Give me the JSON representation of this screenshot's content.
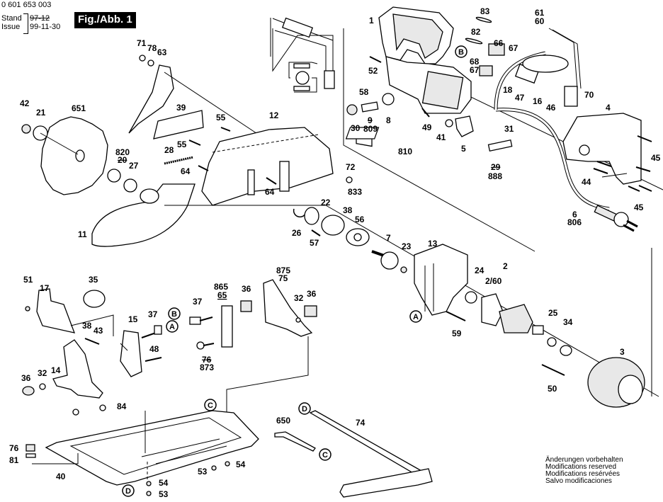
{
  "header": {
    "document_number": "0 601 653 003",
    "stand_label": "Stand",
    "stand_value": "97-12",
    "issue_label": "Issue",
    "issue_value": "99-11-30",
    "figure_label": "Fig./Abb. 1"
  },
  "notes": [
    "Änderungen vorbehalten",
    "Modifications reserved",
    "Modifications resérvées",
    "Salvo modificaciones"
  ],
  "reference_markers": [
    "A",
    "B",
    "C",
    "D"
  ],
  "part_labels": [
    {
      "id": "p1",
      "text": "1"
    },
    {
      "id": "p83",
      "text": "83"
    },
    {
      "id": "p82",
      "text": "82"
    },
    {
      "id": "p61",
      "text": "61"
    },
    {
      "id": "p60",
      "text": "60"
    },
    {
      "id": "p66",
      "text": "66"
    },
    {
      "id": "p67a",
      "text": "67"
    },
    {
      "id": "p68",
      "text": "68"
    },
    {
      "id": "p67b",
      "text": "67"
    },
    {
      "id": "p52",
      "text": "52"
    },
    {
      "id": "p58",
      "text": "58"
    },
    {
      "id": "p18",
      "text": "18"
    },
    {
      "id": "p47",
      "text": "47"
    },
    {
      "id": "p16",
      "text": "16"
    },
    {
      "id": "p46",
      "text": "46"
    },
    {
      "id": "p70",
      "text": "70"
    },
    {
      "id": "p30",
      "text": "30"
    },
    {
      "id": "p9",
      "text": "9"
    },
    {
      "id": "p809",
      "text": "809"
    },
    {
      "id": "p8",
      "text": "8"
    },
    {
      "id": "p49",
      "text": "49"
    },
    {
      "id": "p41",
      "text": "41"
    },
    {
      "id": "p5",
      "text": "5"
    },
    {
      "id": "p31",
      "text": "31"
    },
    {
      "id": "p4",
      "text": "4"
    },
    {
      "id": "p810",
      "text": "810"
    },
    {
      "id": "p29",
      "text": "29"
    },
    {
      "id": "p888",
      "text": "888"
    },
    {
      "id": "p44",
      "text": "44"
    },
    {
      "id": "p45a",
      "text": "45"
    },
    {
      "id": "p45b",
      "text": "45"
    },
    {
      "id": "p6",
      "text": "6"
    },
    {
      "id": "p806",
      "text": "806"
    },
    {
      "id": "p71",
      "text": "71"
    },
    {
      "id": "p78",
      "text": "78"
    },
    {
      "id": "p63",
      "text": "63"
    },
    {
      "id": "p42",
      "text": "42"
    },
    {
      "id": "p21",
      "text": "21"
    },
    {
      "id": "p651",
      "text": "651"
    },
    {
      "id": "p39",
      "text": "39"
    },
    {
      "id": "p55a",
      "text": "55"
    },
    {
      "id": "p55b",
      "text": "55"
    },
    {
      "id": "p12",
      "text": "12"
    },
    {
      "id": "p28",
      "text": "28"
    },
    {
      "id": "p820",
      "text": "820"
    },
    {
      "id": "p20",
      "text": "20"
    },
    {
      "id": "p27",
      "text": "27"
    },
    {
      "id": "p64a",
      "text": "64"
    },
    {
      "id": "p64b",
      "text": "64"
    },
    {
      "id": "p72",
      "text": "72"
    },
    {
      "id": "p833",
      "text": "833"
    },
    {
      "id": "p22",
      "text": "22"
    },
    {
      "id": "p38a",
      "text": "38"
    },
    {
      "id": "p56",
      "text": "56"
    },
    {
      "id": "p26",
      "text": "26"
    },
    {
      "id": "p57",
      "text": "57"
    },
    {
      "id": "p11",
      "text": "11"
    },
    {
      "id": "p7",
      "text": "7"
    },
    {
      "id": "p23",
      "text": "23"
    },
    {
      "id": "p13",
      "text": "13"
    },
    {
      "id": "p24",
      "text": "24"
    },
    {
      "id": "p2",
      "text": "2"
    },
    {
      "id": "p260",
      "text": "2/60"
    },
    {
      "id": "p25",
      "text": "25"
    },
    {
      "id": "p34",
      "text": "34"
    },
    {
      "id": "p59",
      "text": "59"
    },
    {
      "id": "p3",
      "text": "3"
    },
    {
      "id": "p50",
      "text": "50"
    },
    {
      "id": "p51",
      "text": "51"
    },
    {
      "id": "p17",
      "text": "17"
    },
    {
      "id": "p35",
      "text": "35"
    },
    {
      "id": "p37a",
      "text": "37"
    },
    {
      "id": "p15",
      "text": "15"
    },
    {
      "id": "p38b",
      "text": "38"
    },
    {
      "id": "p43",
      "text": "43"
    },
    {
      "id": "p48",
      "text": "48"
    },
    {
      "id": "p865",
      "text": "865"
    },
    {
      "id": "p65",
      "text": "65"
    },
    {
      "id": "p36a",
      "text": "36"
    },
    {
      "id": "p875",
      "text": "875"
    },
    {
      "id": "p75",
      "text": "75"
    },
    {
      "id": "p32a",
      "text": "32"
    },
    {
      "id": "p36b",
      "text": "36"
    },
    {
      "id": "p37b",
      "text": "37"
    },
    {
      "id": "p76a",
      "text": "76"
    },
    {
      "id": "p873",
      "text": "873"
    },
    {
      "id": "p36c",
      "text": "36"
    },
    {
      "id": "p32b",
      "text": "32"
    },
    {
      "id": "p14",
      "text": "14"
    },
    {
      "id": "p84",
      "text": "84"
    },
    {
      "id": "p76b",
      "text": "76"
    },
    {
      "id": "p81",
      "text": "81"
    },
    {
      "id": "p40",
      "text": "40"
    },
    {
      "id": "p53a",
      "text": "53"
    },
    {
      "id": "p54a",
      "text": "54"
    },
    {
      "id": "p54b",
      "text": "54"
    },
    {
      "id": "p53b",
      "text": "53"
    },
    {
      "id": "p650",
      "text": "650"
    },
    {
      "id": "p74",
      "text": "74"
    }
  ]
}
